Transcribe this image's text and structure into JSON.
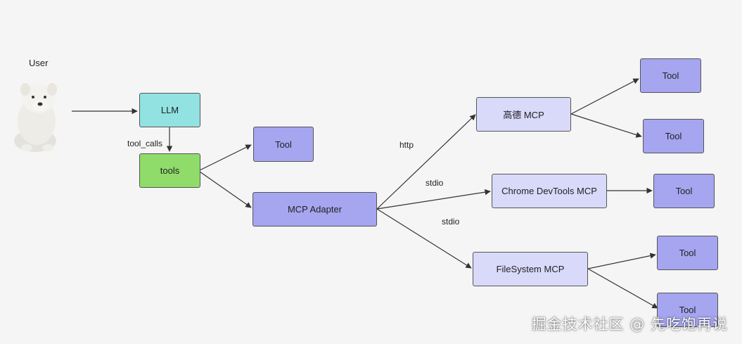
{
  "colors": {
    "llm": "#92e2e2",
    "tools": "#8fdc6a",
    "tool": "#a5a5f0",
    "adapter": "#a5a5f0",
    "server": "#d9d9fa",
    "edge": "#333333"
  },
  "user": {
    "label": "User",
    "icon": "dog-photo"
  },
  "nodes": {
    "llm": "LLM",
    "tools": "tools",
    "tool_1": "Tool",
    "mcp_adapter": "MCP Adapter",
    "gaode_mcp": "高德 MCP",
    "chrome_mcp": "Chrome DevTools MCP",
    "filesystem_mcp": "FileSystem MCP",
    "tool_gaode_1": "Tool",
    "tool_gaode_2": "Tool",
    "tool_chrome": "Tool",
    "tool_fs_1": "Tool",
    "tool_fs_2": "Tool"
  },
  "edge_labels": {
    "tool_calls": "tool_calls",
    "http": "http",
    "stdio_1": "stdio",
    "stdio_2": "stdio"
  },
  "watermark": "掘金技术社区 @ 先吃饱再说"
}
